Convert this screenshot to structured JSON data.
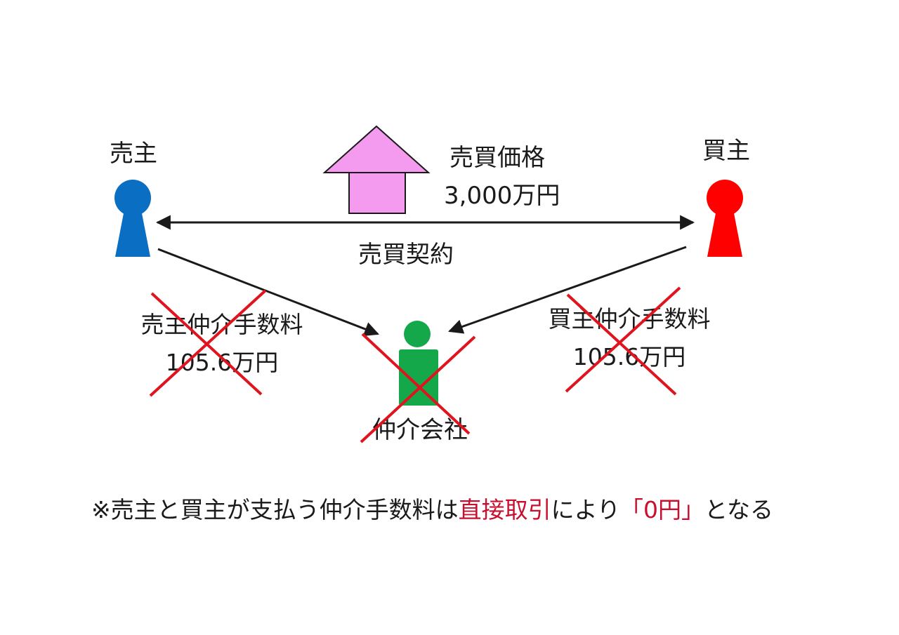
{
  "seller": {
    "label": "売主",
    "color": "#0a6fc2"
  },
  "buyer": {
    "label": "買主",
    "color": "#ff0000"
  },
  "broker": {
    "label": "仲介会社",
    "color": "#14a84b"
  },
  "house": {
    "color": "#f49bef",
    "stroke": "#1a1a1a"
  },
  "price": {
    "label": "売買価格",
    "amount": "3,000万円"
  },
  "contract": {
    "label": "売買契約"
  },
  "seller_fee": {
    "label": "売主仲介手数料",
    "amount": "105.6万円"
  },
  "buyer_fee": {
    "label": "買主仲介手数料",
    "amount": "105.6万円"
  },
  "cross_color": "#e0141e",
  "note": {
    "prefix": "※売主と買主が支払う仲介手数料は",
    "highlight1": "直接取引",
    "middle": "により",
    "highlight2": "「0円」",
    "suffix": "となる"
  }
}
